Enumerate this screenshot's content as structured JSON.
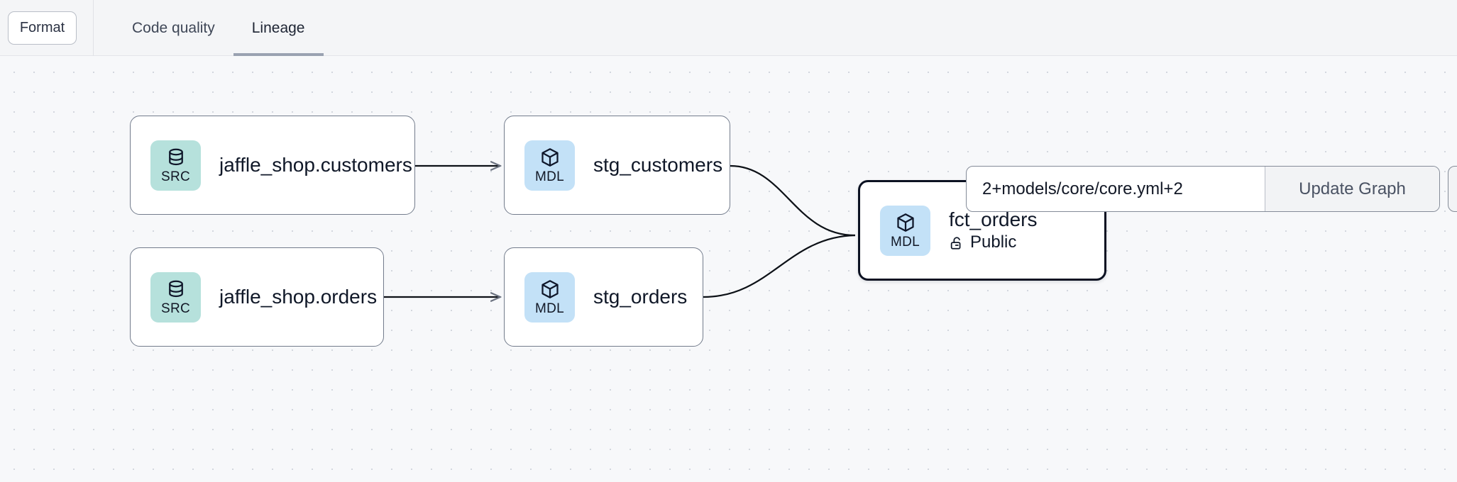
{
  "topbar": {
    "format_button": "Format",
    "tabs": [
      {
        "label": "Code quality",
        "active": false
      },
      {
        "label": "Lineage",
        "active": true
      }
    ]
  },
  "toolbar": {
    "selector_value": "2+models/core/core.yml+2",
    "selector_placeholder": "2+models/core/core.yml+2",
    "update_button": "Update Graph",
    "overflow_button": ""
  },
  "graph": {
    "nodes": [
      {
        "id": "src_customers",
        "kind": "SRC",
        "kind_label": "SRC",
        "title": "jaffle_shop.customers",
        "subtitle": "",
        "access": "",
        "selected": false,
        "badge_color": "#b6e1dc"
      },
      {
        "id": "stg_customers",
        "kind": "MDL",
        "kind_label": "MDL",
        "title": "stg_customers",
        "subtitle": "",
        "access": "",
        "selected": false,
        "badge_color": "#c3e1f7"
      },
      {
        "id": "src_orders",
        "kind": "SRC",
        "kind_label": "SRC",
        "title": "jaffle_shop.orders",
        "subtitle": "",
        "access": "",
        "selected": false,
        "badge_color": "#b6e1dc"
      },
      {
        "id": "stg_orders",
        "kind": "MDL",
        "kind_label": "MDL",
        "title": "stg_orders",
        "subtitle": "",
        "access": "",
        "selected": false,
        "badge_color": "#c3e1f7"
      },
      {
        "id": "fct_orders",
        "kind": "MDL",
        "kind_label": "MDL",
        "title": "fct_orders",
        "subtitle": "Public",
        "access": "Public",
        "selected": true,
        "badge_color": "#c3e1f7"
      }
    ],
    "edges": [
      {
        "from": "src_customers",
        "to": "stg_customers"
      },
      {
        "from": "src_orders",
        "to": "stg_orders"
      },
      {
        "from": "stg_customers",
        "to": "fct_orders"
      },
      {
        "from": "stg_orders",
        "to": "fct_orders"
      }
    ]
  },
  "colors": {
    "canvas": "#f7f8fa",
    "topbar": "#f4f5f7",
    "src_badge": "#b6e1dc",
    "mdl_badge": "#c3e1f7",
    "node_border": "#737c8c",
    "selected_border": "#0c1222",
    "edge": "#0d1117",
    "tab_underline": "#9aa2b1"
  }
}
